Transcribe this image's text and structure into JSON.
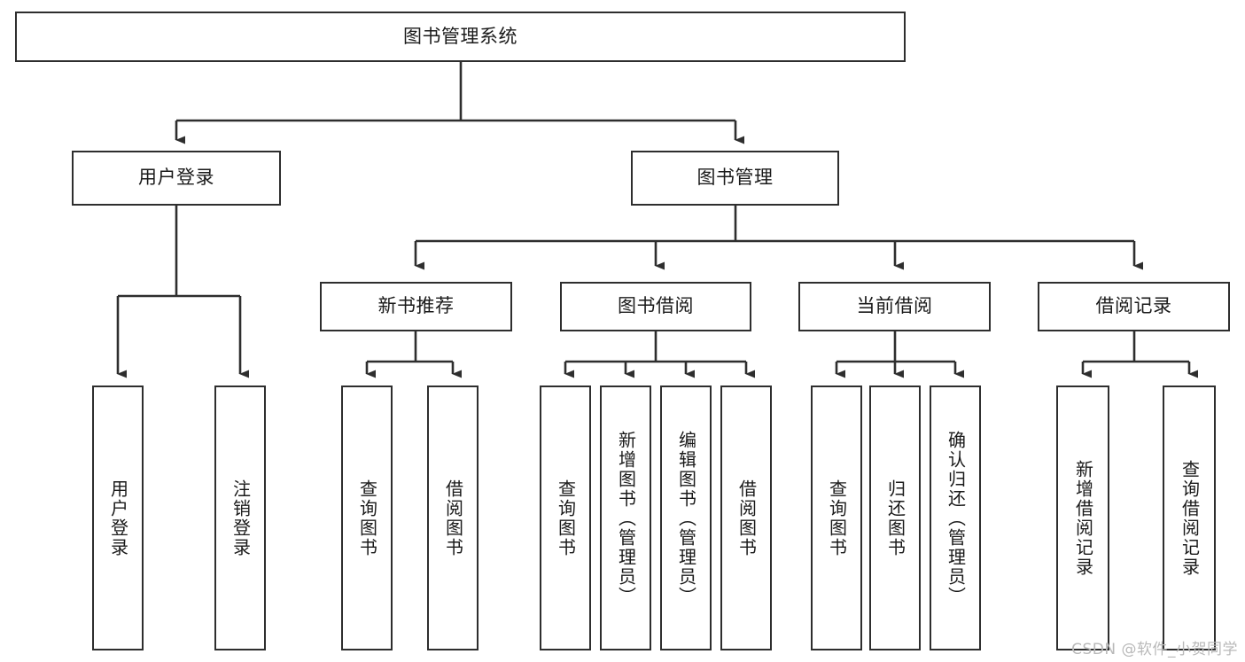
{
  "diagram": {
    "title": "图书管理系统",
    "type": "tree-hierarchy",
    "root": {
      "label": "图书管理系统"
    },
    "level2": [
      {
        "label": "用户登录"
      },
      {
        "label": "图书管理"
      }
    ],
    "level3": [
      {
        "label": "新书推荐"
      },
      {
        "label": "图书借阅"
      },
      {
        "label": "当前借阅"
      },
      {
        "label": "借阅记录"
      }
    ],
    "leaves": {
      "user_login": [
        {
          "label": "用户登录"
        },
        {
          "label": "注销登录"
        }
      ],
      "new_book_recommend": [
        {
          "label": "查询图书"
        },
        {
          "label": "借阅图书"
        }
      ],
      "book_borrow": [
        {
          "label": "查询图书"
        },
        {
          "label": "新增图书（管理员）"
        },
        {
          "label": "编辑图书（管理员）"
        },
        {
          "label": "借阅图书"
        }
      ],
      "current_borrow": [
        {
          "label": "查询图书"
        },
        {
          "label": "归还图书"
        },
        {
          "label": "确认归还（管理员）"
        }
      ],
      "borrow_record": [
        {
          "label": "新增借阅记录"
        },
        {
          "label": "查询借阅记录"
        }
      ]
    }
  },
  "watermark": "CSDN @软件_小贺同学",
  "colors": {
    "border": "#2e2e2e",
    "text": "#1a1a1a",
    "background": "#ffffff",
    "watermark": "#b9b9b9"
  }
}
